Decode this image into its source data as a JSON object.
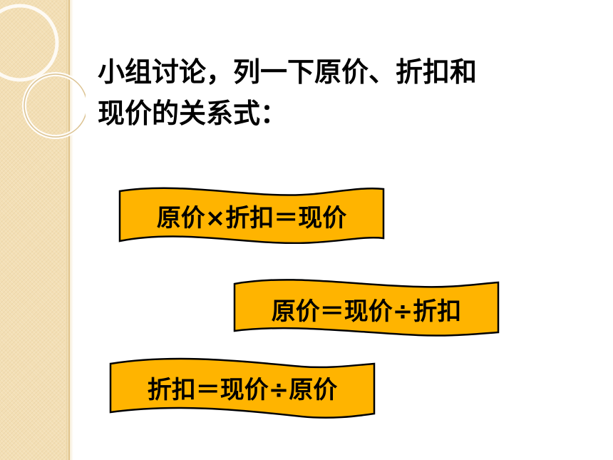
{
  "heading": {
    "line1": "小组讨论，列一下原价、折扣和",
    "line2": "现价的关系式："
  },
  "formulas": [
    "原价×折扣＝现价",
    "原价＝现价÷折扣",
    "折扣＝现价÷原价"
  ],
  "colors": {
    "ribbon_fill": "#ffb400",
    "ribbon_stroke": "#000000",
    "side_band": "#f3dfb5",
    "text": "#000000"
  }
}
